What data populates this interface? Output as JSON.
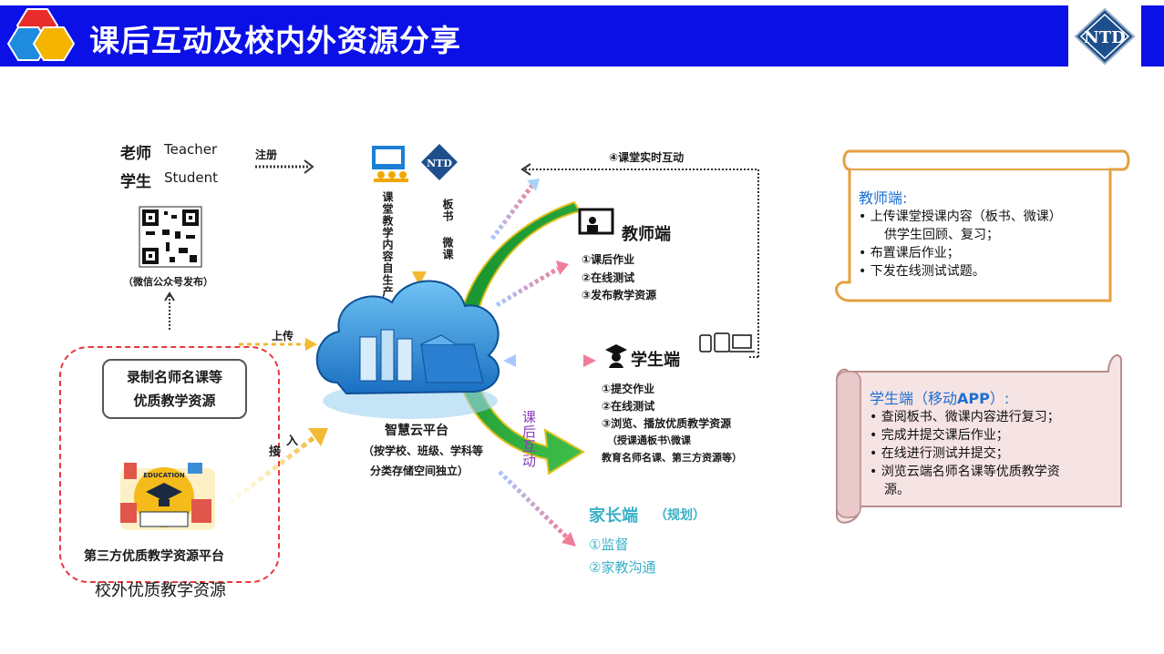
{
  "header": {
    "title": "课后互动及校内外资源分享",
    "logo_text": "NTD"
  },
  "left": {
    "teacher_label": "老师",
    "teacher_en": "Teacher",
    "student_label": "学生",
    "student_en": "Student",
    "register": "注册",
    "wechat_caption": "（微信公众号发布）",
    "upload": "上传",
    "resource_box_line1": "录制名师名课等",
    "resource_box_line2": "优质教学资源",
    "access_char1": "接",
    "access_char2": "入",
    "third_party_platform": "第三方优质教学资源平台",
    "outside_resources": "校外优质教学资源",
    "badge_text": "EDUCATION"
  },
  "center": {
    "classroom_content": "课堂教学内容自生产",
    "blackboard": "板书",
    "micro_lesson": "微课",
    "realtime": "④课堂实时互动",
    "cloud_title": "智慧云平台",
    "cloud_sub1": "（按学校、班级、学科等",
    "cloud_sub2": "分类存储空间独立）",
    "after_class": "课后互动"
  },
  "teacher_end": {
    "title": "教师端",
    "items": [
      "①课后作业",
      "②在线测试",
      "③发布教学资源"
    ]
  },
  "student_end": {
    "title": "学生端",
    "items": [
      "①提交作业",
      "②在线测试",
      "③浏览、播放优质教学资源"
    ],
    "note1": "（授课通板书\\微课",
    "note2": "教育名师名课、第三方资源等）"
  },
  "parent_end": {
    "title": "家长端",
    "plan": "（规划）",
    "items": [
      "①监督",
      "②家教沟通"
    ]
  },
  "teacher_panel": {
    "title": "教师端:",
    "bullets": [
      "上传课堂授课内容（板书、微课）",
      "布置课后作业；",
      "下发在线测试试题。"
    ],
    "bullet1_cont": "供学生回顾、复习；"
  },
  "student_panel": {
    "title_prefix": "学生端（移动",
    "title_app": "APP",
    "title_suffix": "）:",
    "bullets": [
      "查阅板书、微课内容进行复习；",
      "完成并提交课后作业；",
      "在线进行测试并提交；",
      "浏览云端名师名课等优质教学资"
    ],
    "bullet4_cont": "源。"
  },
  "colors": {
    "header_blue": "#0b10e6",
    "accent_blue": "#1c6fd4",
    "dashed_red": "#e8383d",
    "arrow_green": "#18a838",
    "arrow_outline": "#e0c020",
    "purple_text": "#8a3ab9",
    "parent_teal": "#3ab0c8",
    "teacher_scroll_border": "#e4a040",
    "student_scroll_fill": "#f6e3e3"
  }
}
